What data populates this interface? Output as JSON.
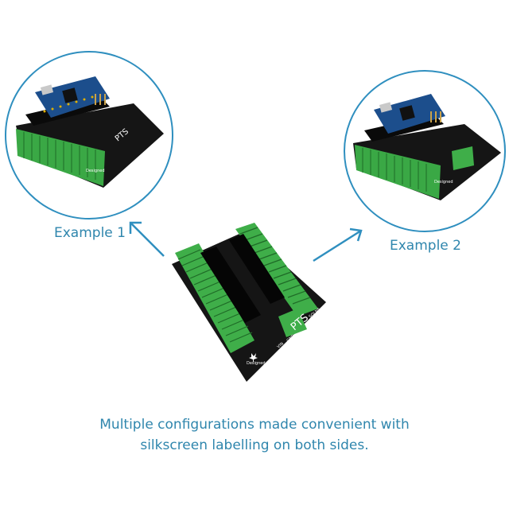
{
  "examples": [
    {
      "label": "Example 1"
    },
    {
      "label": "Example 2"
    }
  ],
  "board": {
    "brand": "PTS",
    "brand_small": "SOLNS",
    "model": "NTEA-NS V1.0",
    "designed": "Designed",
    "power_labels": [
      "VIN",
      "GND"
    ]
  },
  "caption": {
    "line1": "Multiple configurations made convenient with",
    "line2": "silkscreen labelling on both sides."
  },
  "colors": {
    "accent": "#2f8fbf",
    "text": "#2f86ad",
    "pcb": "#151515",
    "terminal": "#3fae49",
    "arduino": "#1c4e8c"
  }
}
